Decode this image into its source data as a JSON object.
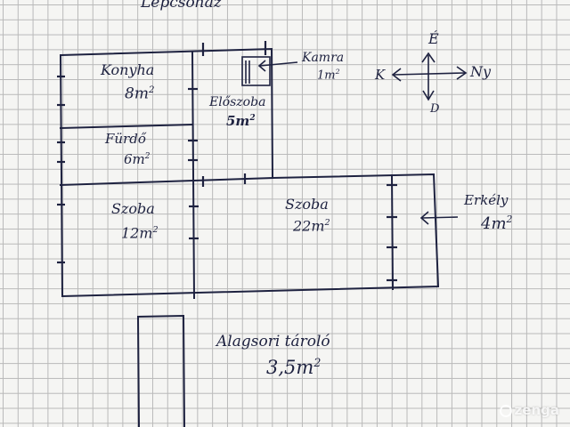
{
  "title": "Lépcsőház",
  "rooms": {
    "kitchen": {
      "name": "Konyha",
      "area": "8m",
      "unit": "2"
    },
    "bathroom": {
      "name": "Fürdő",
      "area": "6m",
      "unit": "2"
    },
    "hall": {
      "name": "Előszoba",
      "area": "5m",
      "unit": "2"
    },
    "pantry": {
      "name": "Kamra",
      "area": "1m",
      "unit": "2"
    },
    "room_small": {
      "name": "Szoba",
      "area": "12m",
      "unit": "2"
    },
    "room_large": {
      "name": "Szoba",
      "area": "22m",
      "unit": "2"
    },
    "balcony": {
      "name": "Erkély",
      "area": "4m",
      "unit": "2"
    },
    "basement": {
      "name": "Alagsori tároló",
      "area": "3,5m",
      "unit": "2"
    }
  },
  "compass": {
    "north": "É",
    "east": "K",
    "west": "Ny",
    "south": "D"
  },
  "watermark": "zenga",
  "colors": {
    "ink": "#1e2240",
    "grid": "#b9b9b9",
    "paper": "#f5f5f3"
  }
}
